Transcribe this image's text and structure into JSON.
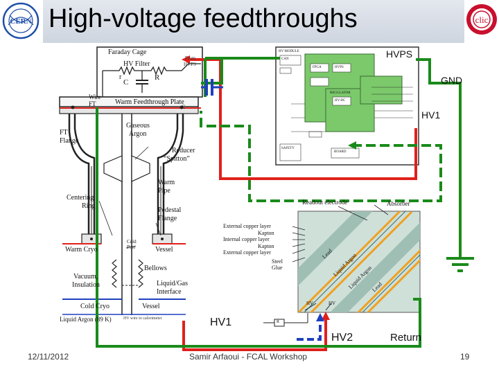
{
  "slide": {
    "title": "High-voltage feedthroughs",
    "date": "12/11/2012",
    "footer": "Samir Arfaoui - FCAL Workshop",
    "page_number": "19"
  },
  "wire_labels": {
    "hvps": "HVPS",
    "gnd": "GND",
    "hv1_top": "HV1",
    "hv1_bottom": "HV1",
    "hv2": "HV2",
    "return": "Return"
  },
  "cryostat": {
    "faraday_cage": "Faraday Cage",
    "from_hvps_1": "From",
    "from_hvps_2": "HVPS",
    "hv_filter": "HV Filter",
    "r_left": "r",
    "r_right": "R",
    "c": "C",
    "wire_ft_1": "Wire",
    "wire_ft_2": "FT",
    "warm_feedthrough_plate": "Warm Feedthrough Plate",
    "plate_c": "C",
    "ft_flange_1": "FT",
    "ft_flange_2": "Flange",
    "gaseous_argon_1": "Gaseous",
    "gaseous_argon_2": "Argon",
    "reducer_1": "Reducer",
    "reducer_2": "“Spitton”",
    "warm_pipe_1": "Warm",
    "warm_pipe_2": "Pipe",
    "centering_ring_1": "Centering",
    "centering_ring_2": "Ring",
    "pedestal_flange_1": "Pedestal",
    "pedestal_flange_2": "Flange",
    "warm_cryo": "Warm Cryo",
    "cold_pipe_1": "Cold",
    "cold_pipe_2": "Pipe",
    "vessel_top": "Vessel",
    "bellows": "Bellows",
    "vacuum_1": "Vacuum,",
    "vacuum_2": "Insulation",
    "liquid_gas_1": "Liquid/Gas",
    "liquid_gas_2": "Interface",
    "cold_cryo": "Cold Cryo",
    "vessel_bottom": "Vessel",
    "liquid_argon": "Liquid Argon (89 K)",
    "hv_wire": "HV wire to calorimeter"
  },
  "calorimeter": {
    "readout_electrode": "Readout electrode",
    "absorber": "Absorber",
    "ext_copper_1": "External copper layer",
    "kapton_1": "Kapton",
    "int_copper": "Internal copper layer",
    "kapton_2": "Kapton",
    "ext_copper_2": "External copper layer",
    "steel": "Steel",
    "glue": "Glue",
    "lead_1": "Lead",
    "liquid_argon_1": "Liquid Argon",
    "liquid_argon_2": "Liquid Argon",
    "lead_2": "Lead",
    "hv_left": "HV",
    "hv_right": "HV",
    "r": "R"
  },
  "hvps_board": {
    "header": "HV MODULE",
    "rows": [
      "CAN",
      "FPGA",
      "HVPS",
      "REGULATOR",
      "HV-DC",
      "SAFETY",
      "BOARD"
    ]
  },
  "colors": {
    "red": "#e0201b",
    "green": "#1a8a1a",
    "blue": "#1f3fbf",
    "board_green": "#7bc96b"
  }
}
